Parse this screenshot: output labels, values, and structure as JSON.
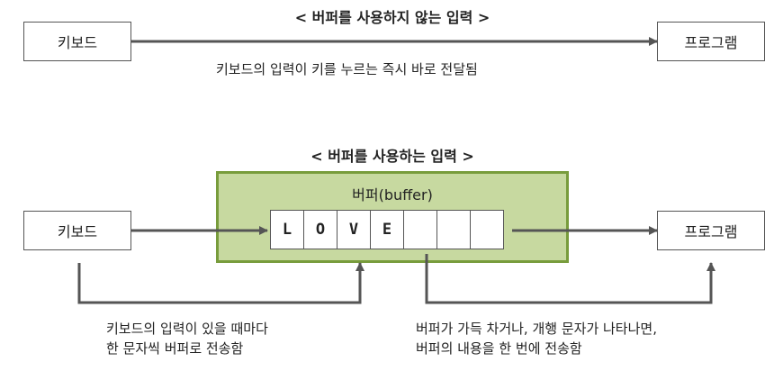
{
  "top": {
    "title": "< 버퍼를 사용하지 않는 입력 >",
    "keyboard": "키보드",
    "program": "프로그램",
    "caption": "키보드의 입력이 키를 누르는 즉시 바로 전달됨"
  },
  "bottom": {
    "title": "< 버퍼를 사용하는 입력 >",
    "keyboard": "키보드",
    "program": "프로그램",
    "buffer_label": "버퍼(buffer)",
    "cells": [
      "L",
      "O",
      "V",
      "E",
      "",
      "",
      ""
    ],
    "caption_left_1": "키보드의 입력이 있을 때마다",
    "caption_left_2": "한 문자씩 버퍼로 전송함",
    "caption_right_1": "버퍼가 가득 차거나, 개행 문자가 나타나면,",
    "caption_right_2": "버퍼의 내용을 한 번에 전송함"
  },
  "colors": {
    "buffer_fill": "#c7d9a0",
    "buffer_border": "#789c3c",
    "line": "#555555"
  }
}
